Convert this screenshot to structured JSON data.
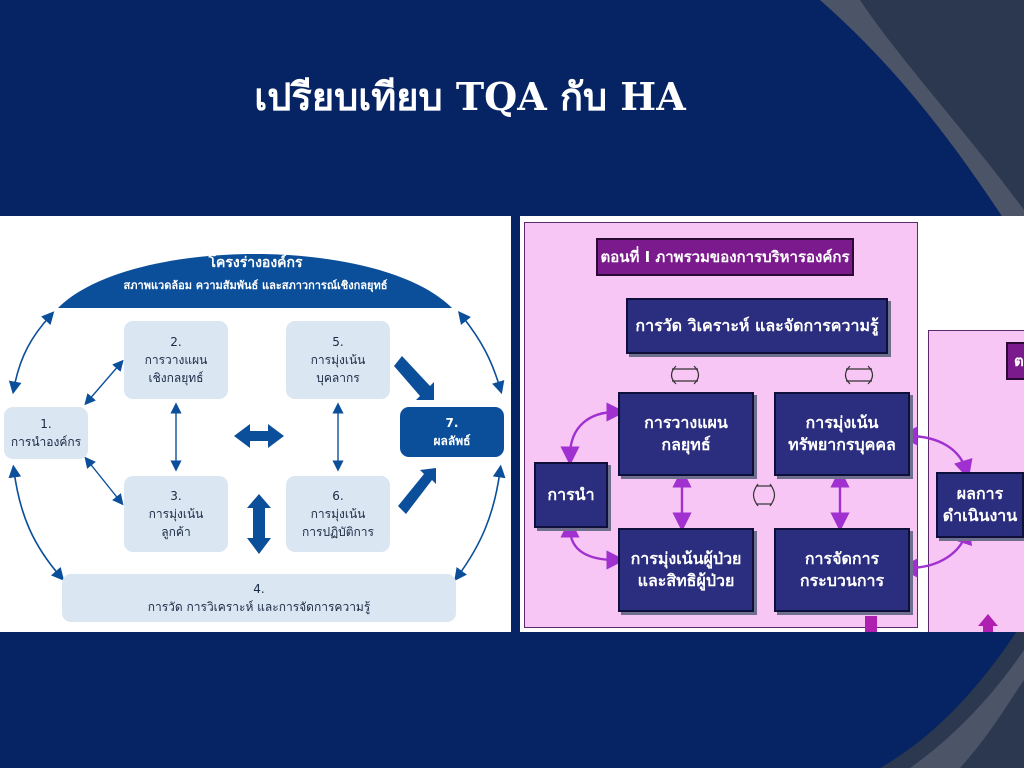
{
  "slide": {
    "title": "เปรียบเทียบ TQA กับ HA"
  },
  "tqa": {
    "frame_title": "โครงร่างองค์กร",
    "frame_subtitle": "สภาพแวดล้อม ความสัมพันธ์ และสภาวการณ์เชิงกลยุทธ์",
    "boxes": {
      "b1": {
        "num": "1.",
        "label": "การนำองค์กร"
      },
      "b2": {
        "num": "2.",
        "line1": "การวางแผน",
        "line2": "เชิงกลยุทธ์"
      },
      "b3": {
        "num": "3.",
        "line1": "การมุ่งเน้น",
        "line2": "ลูกค้า"
      },
      "b4": {
        "num": "4.",
        "label": "การวัด การวิเคราะห์ และการจัดการความรู้"
      },
      "b5": {
        "num": "5.",
        "line1": "การมุ่งเน้น",
        "line2": "บุคลากร"
      },
      "b6": {
        "num": "6.",
        "line1": "การมุ่งเน้น",
        "line2": "การปฏิบัติการ"
      },
      "b7": {
        "num": "7.",
        "label": "ผลลัพธ์"
      }
    }
  },
  "ha": {
    "header": "ตอนที่ I ภาพรวมของการบริหารองค์กร",
    "side_header_partial": "ต",
    "boxes": {
      "measure": "การวัด วิเคราะห์ และจัดการความรู้",
      "lead": "การนำ",
      "plan": {
        "line1": "การวางแผน",
        "line2": "กลยุทธ์"
      },
      "hr": {
        "line1": "การมุ่งเน้น",
        "line2": "ทรัพยากรบุคคล"
      },
      "patient": {
        "line1": "การมุ่งเน้นผู้ป่วย",
        "line2": "และสิทธิผู้ป่วย"
      },
      "process": {
        "line1": "การจัดการ",
        "line2": "กระบวนการ"
      },
      "results": {
        "line1": "ผลการ",
        "line2": "ดำเนินงาน"
      }
    }
  },
  "colors": {
    "background": "#062463",
    "tqa_box": "#dbe6f3",
    "tqa_accent": "#0b4f9b",
    "ha_pink": "#f7c6f4",
    "ha_box": "#2b2d7e",
    "ha_header": "#7b1a8c",
    "ha_arrow": "#a030d0"
  }
}
